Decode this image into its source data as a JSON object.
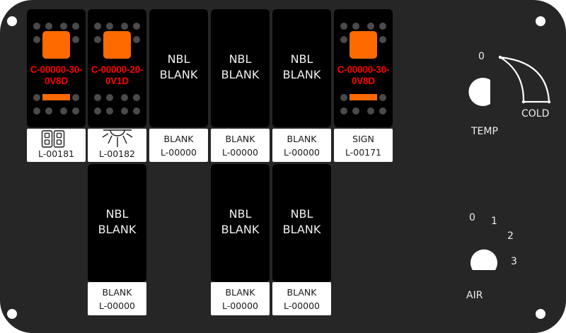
{
  "panel": {
    "background_color": "#262626",
    "switch_color": "#000000",
    "lens_color": "#ff6a00",
    "part_text_color": "#ff0000"
  },
  "switches": [
    {
      "slot": 1,
      "row": "top",
      "type": "lighted",
      "part_line1": "C-00000-30-",
      "part_line2": "0V8D",
      "bottom_bar": true,
      "label_icon": "dual-lamp-icon",
      "label_line1": "",
      "label_line2": "L-00181"
    },
    {
      "slot": 2,
      "row": "top",
      "type": "lighted",
      "part_line1": "C-00000-20-",
      "part_line2": "0V1D",
      "bottom_bar": false,
      "label_icon": "light-icon",
      "label_line1": "",
      "label_line2": "L-00182"
    },
    {
      "slot": 3,
      "row": "top",
      "type": "blank",
      "face_line1": "NBL",
      "face_line2": "BLANK",
      "label_line1": "BLANK",
      "label_line2": "L-00000"
    },
    {
      "slot": 4,
      "row": "top",
      "type": "blank",
      "face_line1": "NBL",
      "face_line2": "BLANK",
      "label_line1": "BLANK",
      "label_line2": "L-00000"
    },
    {
      "slot": 5,
      "row": "top",
      "type": "blank",
      "face_line1": "NBL",
      "face_line2": "BLANK",
      "label_line1": "BLANK",
      "label_line2": "L-00000"
    },
    {
      "slot": 6,
      "row": "top",
      "type": "lighted",
      "part_line1": "C-00000-30-",
      "part_line2": "0V8D",
      "bottom_bar": true,
      "label_icon": "",
      "label_line1": "SIGN",
      "label_line2": "L-00171"
    },
    {
      "slot": 2,
      "row": "bottom",
      "type": "blank",
      "face_line1": "NBL",
      "face_line2": "BLANK",
      "label_line1": "BLANK",
      "label_line2": "L-00000"
    },
    {
      "slot": 4,
      "row": "bottom",
      "type": "blank",
      "face_line1": "NBL",
      "face_line2": "BLANK",
      "label_line1": "BLANK",
      "label_line2": "L-00000"
    },
    {
      "slot": 5,
      "row": "bottom",
      "type": "blank",
      "face_line1": "NBL",
      "face_line2": "BLANK",
      "label_line1": "BLANK",
      "label_line2": "L-00000"
    }
  ],
  "temp_knob": {
    "title": "TEMP",
    "start_label": "0",
    "end_label": "COLD"
  },
  "air_knob": {
    "title": "AIR",
    "positions": [
      "0",
      "1",
      "2",
      "3"
    ]
  }
}
